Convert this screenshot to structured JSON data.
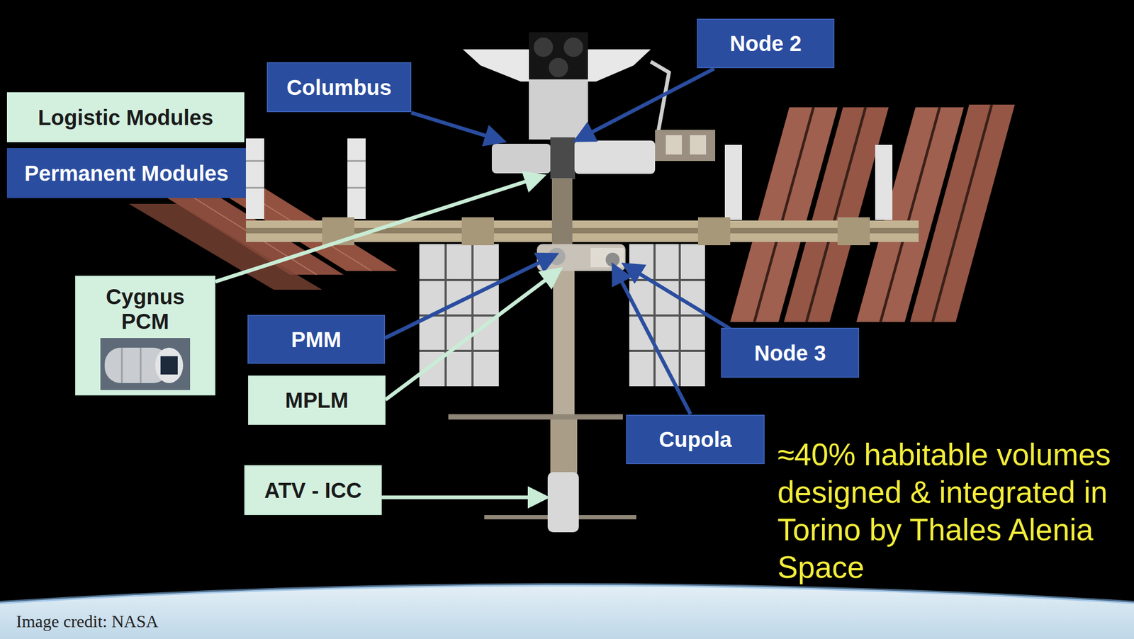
{
  "diagram": {
    "nodes": [
      {
        "text": [
          "Node 2"
        ]
      },
      {
        "text": [
          "Columbus"
        ]
      },
      {
        "text": [
          "Cygnus PCM"
        ]
      },
      {
        "text": [
          "PMM"
        ]
      },
      {
        "text": [
          "Node 3"
        ]
      },
      {
        "text": [
          "MPLM"
        ]
      },
      {
        "text": [
          "Cupola"
        ]
      },
      {
        "text": [
          "ATV - ICC"
        ]
      }
    ],
    "labels": [
      "≈40% habitable volumes designed & integrated in Torino by Thales Alenia Space",
      "Image credit: NASA"
    ],
    "legend": [
      {
        "text": "Logistic Modules",
        "color": "#d3f0df"
      },
      {
        "text": "Permanent Modules",
        "color": "#2a4d9f"
      }
    ]
  }
}
